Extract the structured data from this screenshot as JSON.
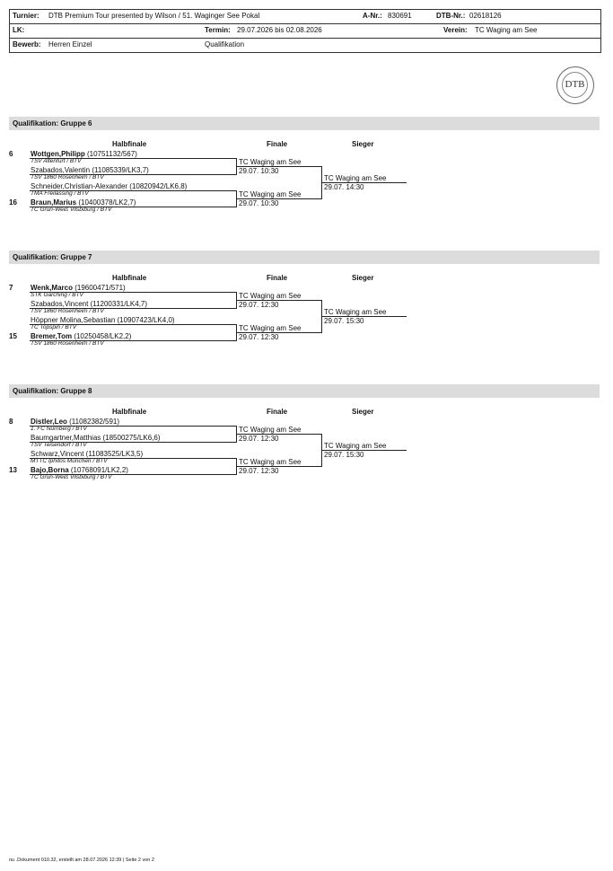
{
  "header": {
    "turnier_label": "Turnier:",
    "turnier_value": "DTB Premium Tour presented by Wilson / 51. Waginger See Pokal",
    "anr_label": "A-Nr.:",
    "anr_value": "830691",
    "dtbnr_label": "DTB-Nr.:",
    "dtbnr_value": "02618126",
    "lk_label": "LK:",
    "termin_label": "Termin:",
    "termin_value": "29.07.2026 bis 02.08.2026",
    "verein_label": "Verein:",
    "verein_value": "TC Waging am See",
    "bewerb_label": "Bewerb:",
    "bewerb_value": "Herren Einzel",
    "phase": "Qualifikation"
  },
  "logo_text": "DTB",
  "columns": {
    "halbfinale": "Halbfinale",
    "finale": "Finale",
    "sieger": "Sieger"
  },
  "groups": [
    {
      "title": "Qualifikation: Gruppe 6",
      "players": [
        {
          "seed": "6",
          "name_bold": "Wottgen,Philipp",
          "name_rest": " (10751132/567)",
          "club": "TSV Altenfurt / BTV"
        },
        {
          "seed": "",
          "name_bold": "",
          "name_rest": "Szabados,Valentin (11085339/LK3,7)",
          "club": "TSV 1860 Rosenheim / BTV"
        },
        {
          "seed": "",
          "name_bold": "",
          "name_rest": "Schneider,Christian-Alexander (10820942/LK6,8)",
          "club": "TMA Freilassing / BTV"
        },
        {
          "seed": "16",
          "name_bold": "Braun,Marius",
          "name_rest": " (10400378/LK2,7)",
          "club": "TC Grün-Weiß Vilsbiburg / BTV"
        }
      ],
      "m1": {
        "venue": "TC Waging am See",
        "time": "29.07. 10:30"
      },
      "m2": {
        "venue": "TC Waging am See",
        "time": "29.07. 10:30"
      },
      "final": {
        "venue": "TC Waging am See",
        "time": "29.07. 14:30"
      }
    },
    {
      "title": "Qualifikation: Gruppe 7",
      "players": [
        {
          "seed": "7",
          "name_bold": "Wenk,Marco",
          "name_rest": " (19600471/571)",
          "club": "STK Garching / BTV"
        },
        {
          "seed": "",
          "name_bold": "",
          "name_rest": "Szabados,Vincent (11200331/LK4,7)",
          "club": "TSV 1860 Rosenheim / BTV"
        },
        {
          "seed": "",
          "name_bold": "",
          "name_rest": "Höppner Molina,Sebastian (10907423/LK4,0)",
          "club": "TC Topspin / BTV"
        },
        {
          "seed": "15",
          "name_bold": "Bremer,Tom",
          "name_rest": " (10250458/LK2,2)",
          "club": "TSV 1860 Rosenheim / BTV"
        }
      ],
      "m1": {
        "venue": "TC Waging am See",
        "time": "29.07. 12:30"
      },
      "m2": {
        "venue": "TC Waging am See",
        "time": "29.07. 12:30"
      },
      "final": {
        "venue": "TC Waging am See",
        "time": "29.07. 15:30"
      }
    },
    {
      "title": "Qualifikation: Gruppe 8",
      "players": [
        {
          "seed": "8",
          "name_bold": "Distler,Leo",
          "name_rest": " (11082382/591)",
          "club": "1. FC Nürnberg / BTV"
        },
        {
          "seed": "",
          "name_bold": "",
          "name_rest": "Baumgartner,Matthias (18500275/LK6,6)",
          "club": "TSV Teisendorf / BTV"
        },
        {
          "seed": "",
          "name_bold": "",
          "name_rest": "Schwarz,Vincent (11083525/LK3,5)",
          "club": "MTTC Iphitos München / BTV"
        },
        {
          "seed": "13",
          "name_bold": "Bajo,Borna",
          "name_rest": " (10768091/LK2,2)",
          "club": "TC Grün-Weiß Vilsbiburg / BTV"
        }
      ],
      "m1": {
        "venue": "TC Waging am See",
        "time": "29.07. 12:30"
      },
      "m2": {
        "venue": "TC Waging am See",
        "time": "29.07. 12:30"
      },
      "final": {
        "venue": "TC Waging am See",
        "time": "29.07. 15:30"
      }
    }
  ],
  "footer": "nu .Dokument 010.32, erstellt am 28.07.2026 12:39 | Seite 2 von 2"
}
